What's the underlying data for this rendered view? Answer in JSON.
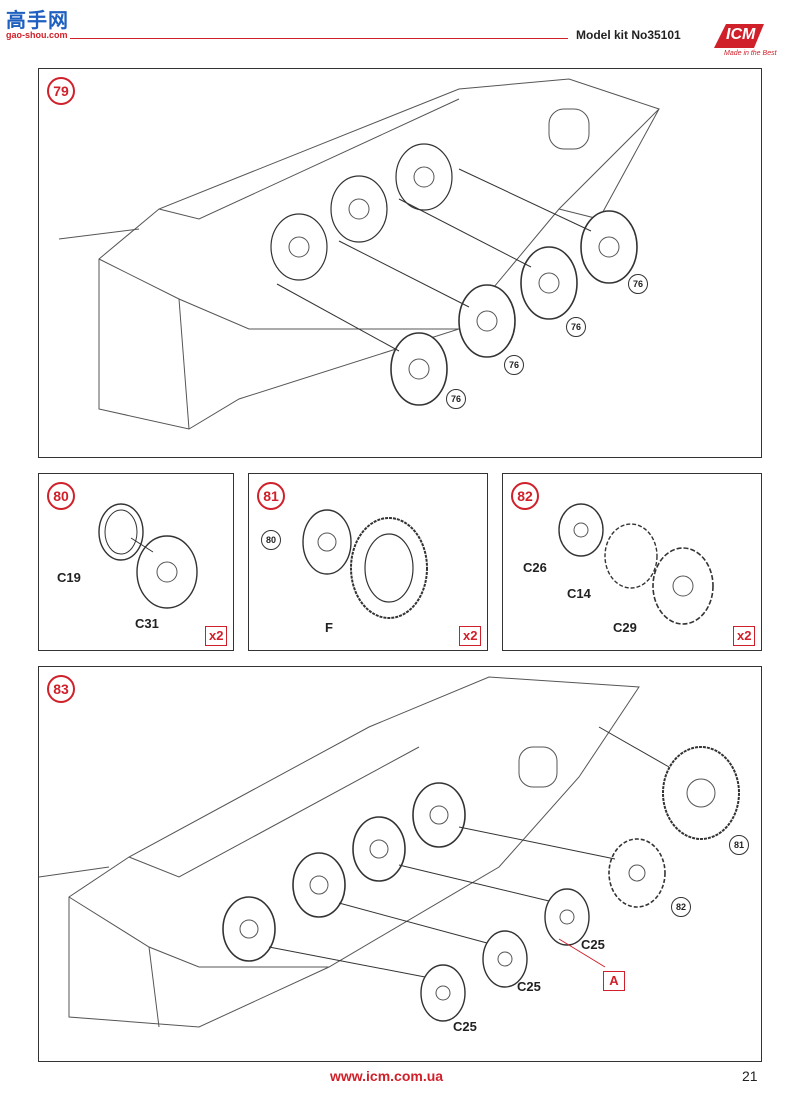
{
  "header": {
    "watermark": "高手网",
    "watermark_url": "gao-shou.com",
    "model_kit": "Model kit No35101",
    "brand": "ICM",
    "brand_tagline": "Made in the Best"
  },
  "steps": {
    "s79": {
      "number": "79",
      "refs": [
        "76",
        "76",
        "76",
        "76"
      ]
    },
    "s80": {
      "number": "80",
      "labels": [
        "C19",
        "C31"
      ],
      "multiplier": "x2"
    },
    "s81": {
      "number": "81",
      "ref": "80",
      "labels": [
        "F"
      ],
      "multiplier": "x2"
    },
    "s82": {
      "number": "82",
      "labels": [
        "C26",
        "C14",
        "C29"
      ],
      "multiplier": "x2"
    },
    "s83": {
      "number": "83",
      "refs": [
        "81",
        "82"
      ],
      "labels": [
        "C25",
        "C25",
        "C25"
      ],
      "callout": "A"
    }
  },
  "footer": {
    "url": "www.icm.com.ua",
    "page_number": "21"
  },
  "colors": {
    "accent": "#d0202a",
    "line": "#333333"
  }
}
